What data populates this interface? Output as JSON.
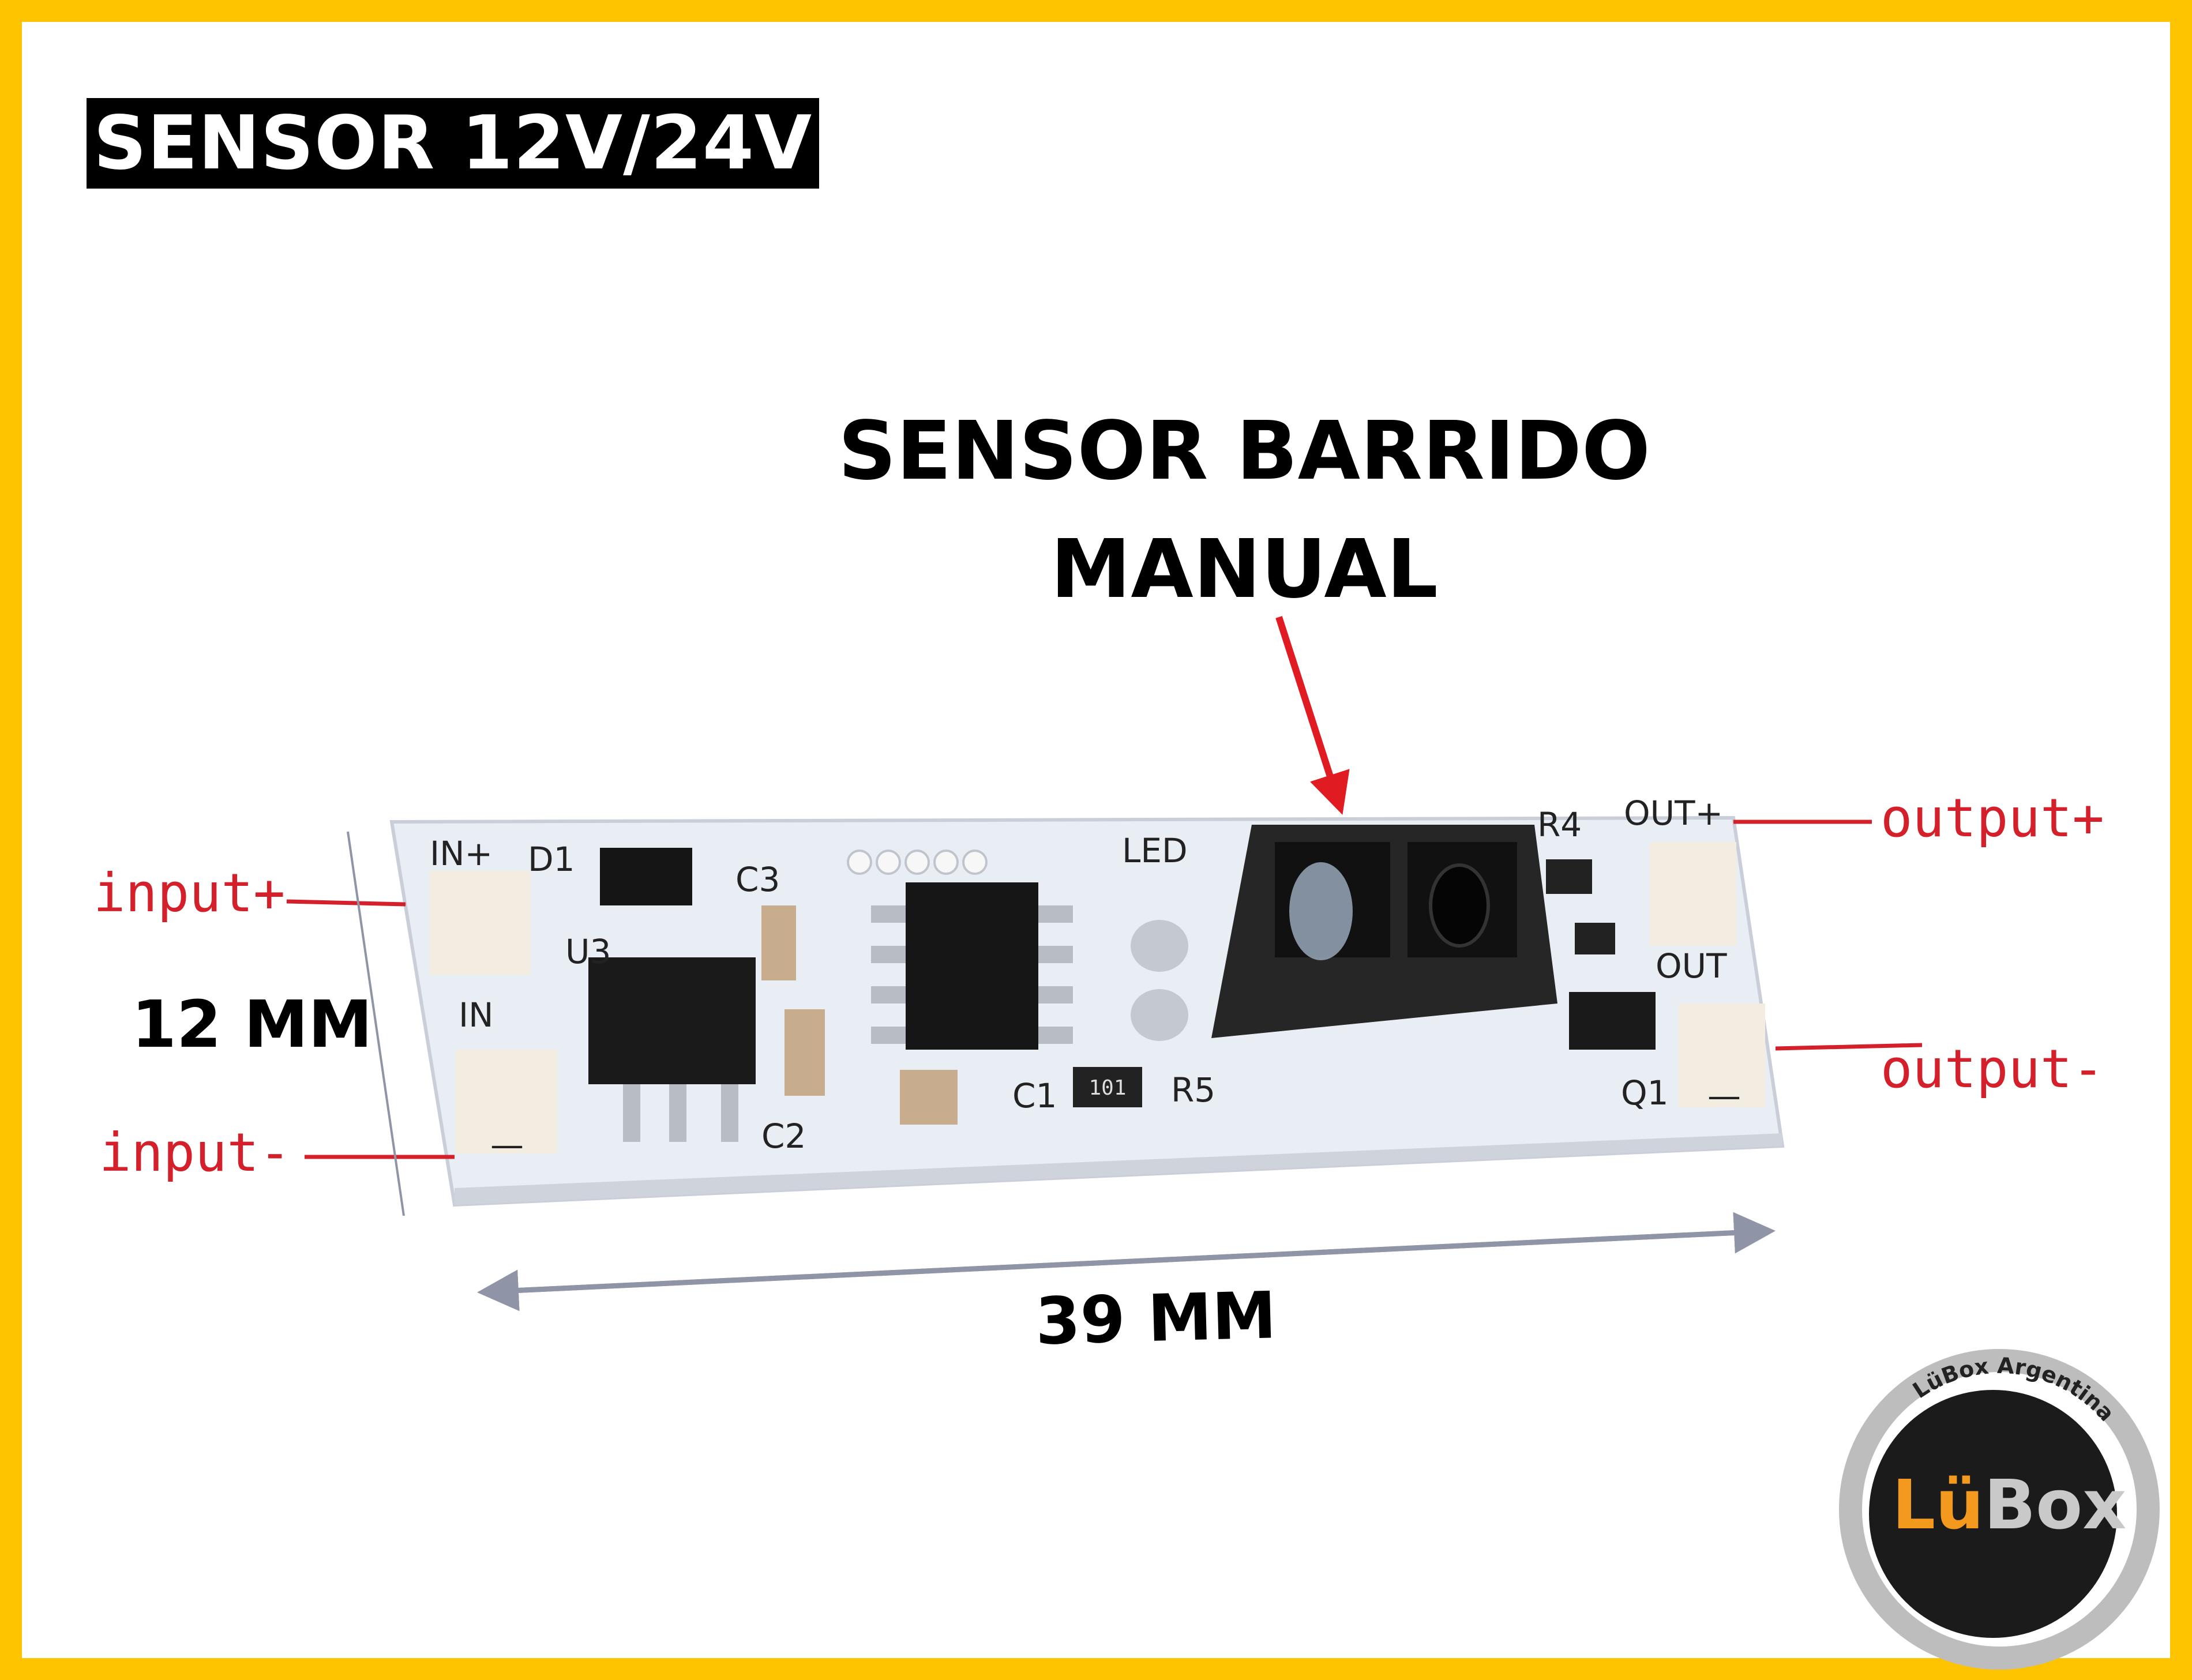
{
  "title": "SENSOR 12V/24V",
  "callout": {
    "line1": "SENSOR BARRIDO",
    "line2": "MANUAL"
  },
  "labels": {
    "input_plus": "input+",
    "input_minus": "input-",
    "output_plus": "output+",
    "output_minus": "output-"
  },
  "dimensions": {
    "height": "12 MM",
    "width": "39 MM"
  },
  "pcb_silkscreen": {
    "in_plus": "IN+",
    "d1": "D1",
    "c3": "C3",
    "u3": "U3",
    "in": "IN",
    "c2": "C2",
    "c1": "C1",
    "r5": "R5",
    "led": "LED",
    "r4": "R4",
    "out_plus": "OUT+",
    "out": "OUT",
    "q1": "Q1",
    "minus_left": "—",
    "minus_right": "—",
    "resistor_code": "101"
  },
  "logo": {
    "brand": "LüBox",
    "ring_text": "LüBox Argentina"
  },
  "colors": {
    "border": "#FFC400",
    "annotation_red": "#d4202a",
    "dimension_gray": "#8f95a6",
    "logo_orange": "#F39A1E"
  }
}
